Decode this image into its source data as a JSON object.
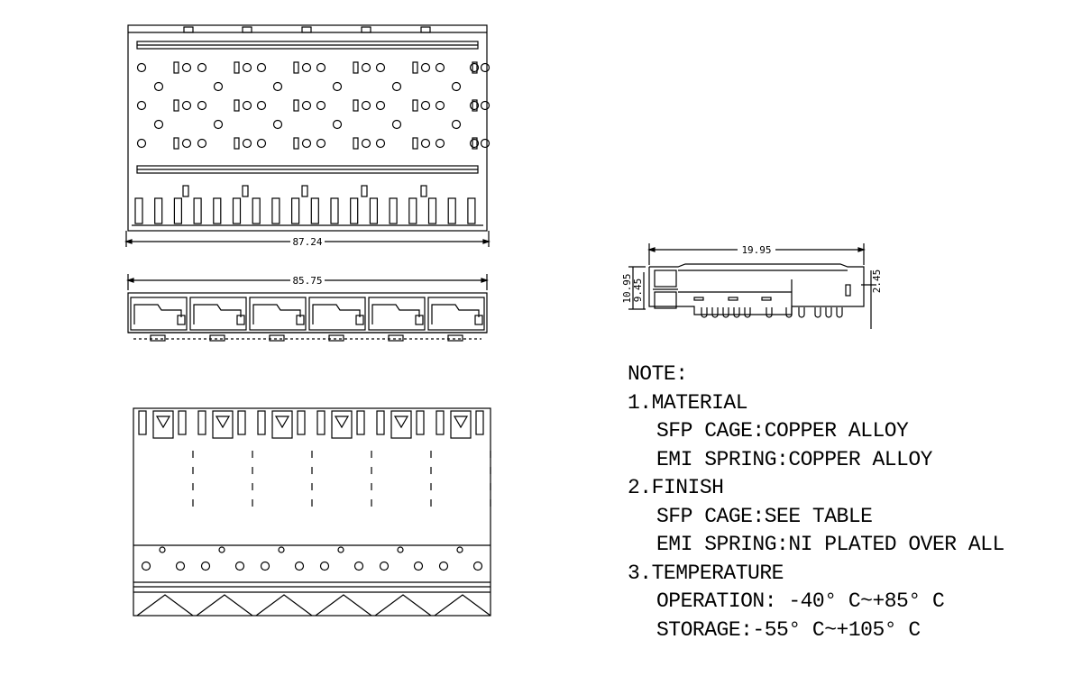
{
  "dimensions": {
    "top_width": "87.24",
    "front_width": "85.75",
    "side_length": "19.95",
    "side_height_total": "10.95",
    "side_height_body": "9.45",
    "side_offset": "2.45"
  },
  "notes": {
    "heading": "NOTE:",
    "items": [
      {
        "label": "1.MATERIAL",
        "lines": [
          "SFP CAGE:COPPER ALLOY",
          "EMI SPRING:COPPER ALLOY"
        ]
      },
      {
        "label": "2.FINISH",
        "lines": [
          "SFP CAGE:SEE TABLE",
          "EMI SPRING:NI PLATED OVER ALL"
        ]
      },
      {
        "label": "3.TEMPERATURE",
        "lines": [
          "OPERATION: -40° C~+85° C",
          "STORAGE:-55° C~+105° C"
        ]
      }
    ]
  }
}
